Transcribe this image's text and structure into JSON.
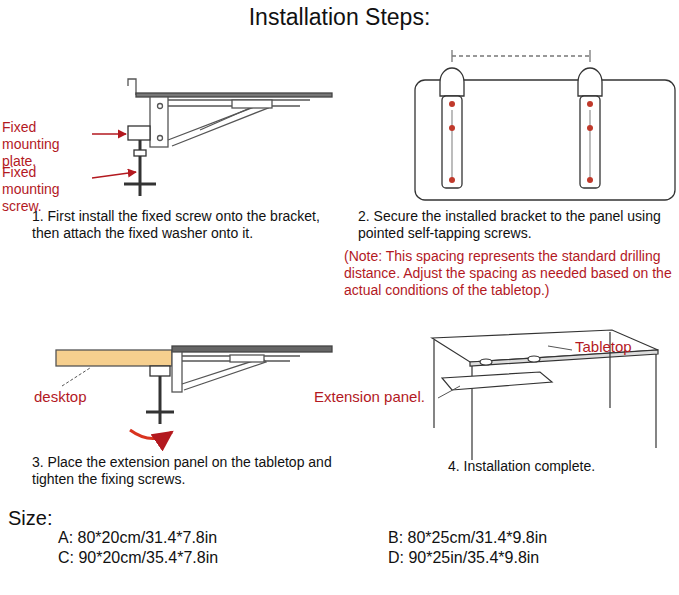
{
  "diagram": {
    "title": "Installation Steps:",
    "labels": [
      "Fixed mounting plate.",
      "Fixed mounting screw.",
      "1. First install the fixed screw onto the bracket, then attach the fixed washer onto it.",
      "2. Secure the installed bracket to the panel using pointed self-tapping screws.",
      "(Note: This spacing represents the standard drilling distance. Adjust the spacing as needed based on the actual conditions of the tabletop.)",
      "desktop",
      "3. Place the extension panel on the tabletop and tighten the fixing screws.",
      "Tabletop",
      "Extension panel.",
      "4. Installation complete.",
      "Size:",
      "A: 80*20cm/31.4*7.8in",
      "B: 80*25cm/31.4*9.8in",
      "C: 90*20cm/35.4*7.8in",
      "D: 90*25in/35.4*9.8in"
    ]
  }
}
